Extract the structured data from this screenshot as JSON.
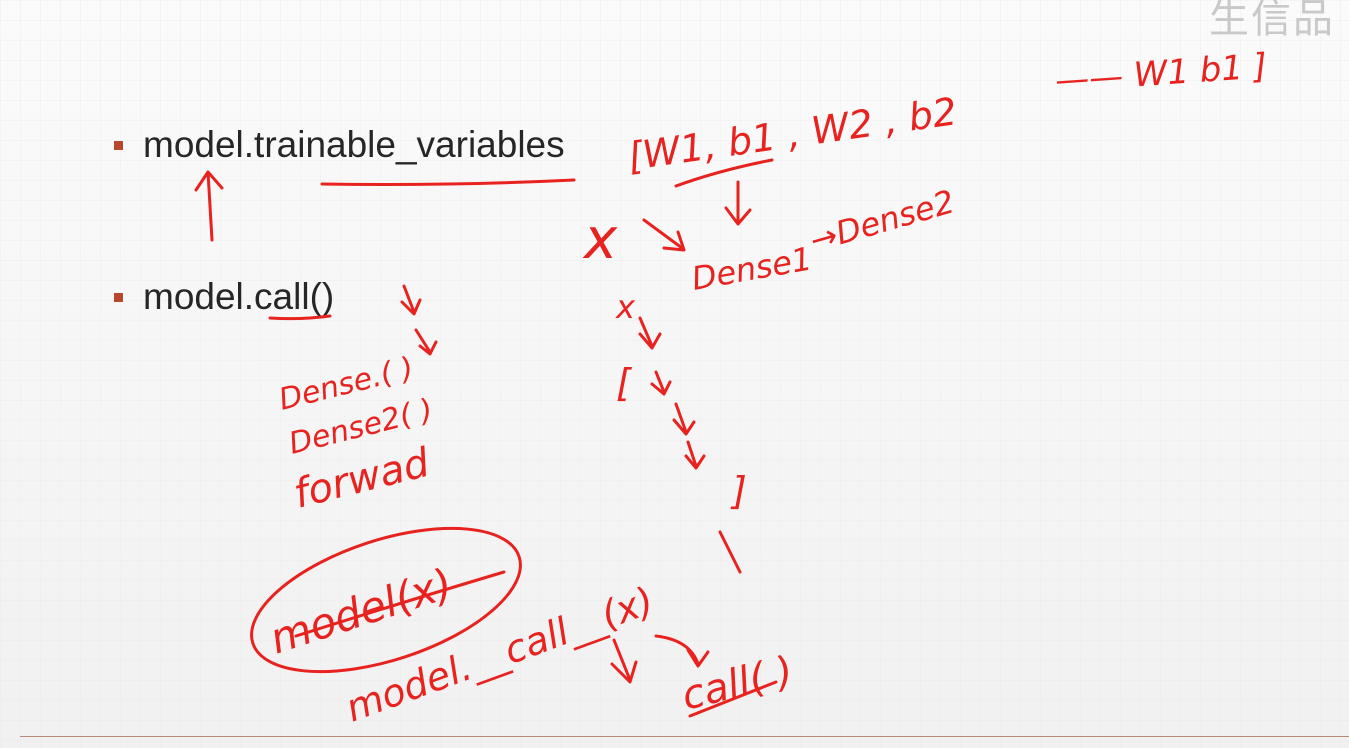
{
  "watermark": "生信品",
  "bullets": [
    {
      "text": "model.trainable_variables"
    },
    {
      "text": "model.call()"
    }
  ],
  "colors": {
    "bullet": "#b9472c",
    "ink": "#e8231f",
    "text": "#262626",
    "rule": "#b98a78"
  },
  "annotations": {
    "weights_list": "[W1, b1 , W2 , b2",
    "weights_far": "—— W1 b1 ]",
    "x_label": "x",
    "dense1": "Dense1",
    "dense2": "→Dense2",
    "dense_call": "Dense.( )",
    "dense2_call": "Dense2( )",
    "forward": "forwad",
    "x_small": "x",
    "bracket_open": "[",
    "bracket_close": "]",
    "model_x": "model(x)",
    "model_call": "model.__call__(x)",
    "call": "call( )"
  }
}
